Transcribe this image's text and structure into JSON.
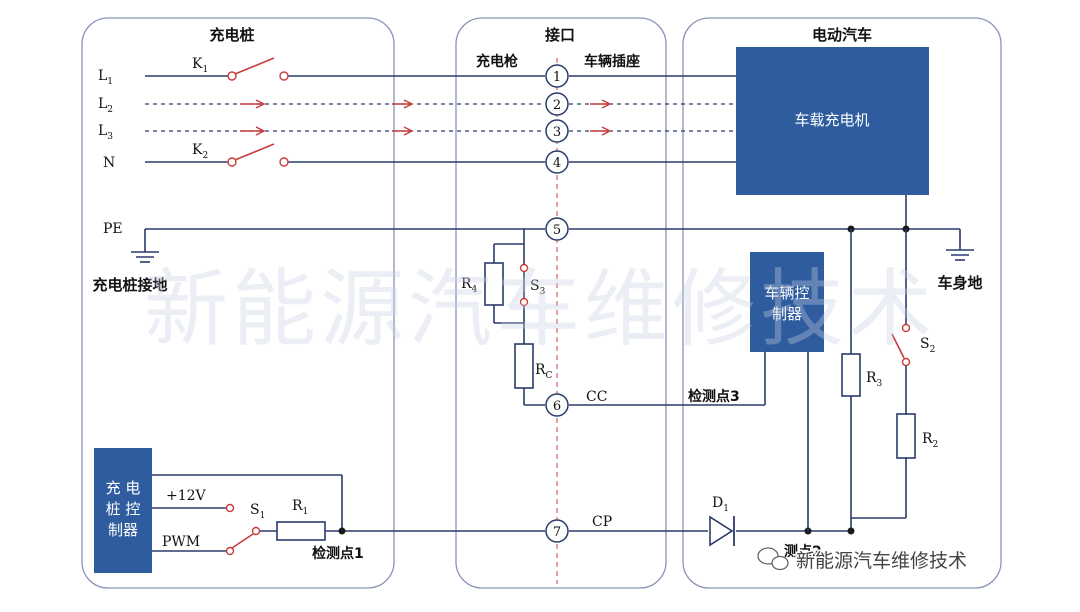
{
  "panels": {
    "station": "充电桩",
    "interface": "接口",
    "vehicle": "电动汽车"
  },
  "interface_sides": {
    "gun": "充电枪",
    "socket": "车辆插座"
  },
  "lines": [
    {
      "label": "L",
      "sub": "1",
      "pin": "1"
    },
    {
      "label": "L",
      "sub": "2",
      "pin": "2"
    },
    {
      "label": "L",
      "sub": "3",
      "pin": "3"
    },
    {
      "label": "N",
      "sub": "",
      "pin": "4"
    }
  ],
  "pe": {
    "label": "PE",
    "pin": "5"
  },
  "cc": {
    "label": "CC",
    "pin": "6"
  },
  "cp": {
    "label": "CP",
    "pin": "7"
  },
  "switches": {
    "k1": {
      "label": "K",
      "sub": "1"
    },
    "k2": {
      "label": "K",
      "sub": "2"
    },
    "s1": {
      "label": "S",
      "sub": "1"
    },
    "s2": {
      "label": "S",
      "sub": "2"
    },
    "s3": {
      "label": "S",
      "sub": "3"
    }
  },
  "resistors": {
    "r1": {
      "label": "R",
      "sub": "1"
    },
    "r2": {
      "label": "R",
      "sub": "2"
    },
    "r3": {
      "label": "R",
      "sub": "3"
    },
    "r4": {
      "label": "R",
      "sub": "4"
    },
    "rc": {
      "label": "R",
      "sub": "C"
    }
  },
  "diode": {
    "label": "D",
    "sub": "1"
  },
  "blocks": {
    "onboard_charger": "车载充电机",
    "vehicle_controller_l1": "车辆控",
    "vehicle_controller_l2": "制器",
    "station_controller_l1": "充 电",
    "station_controller_l2": "桩 控",
    "station_controller_l3": "制器"
  },
  "grounds": {
    "station": "充电桩接地",
    "vehicle": "车身地"
  },
  "supply": {
    "v12": "+12V",
    "pwm": "PWM"
  },
  "test_points": {
    "p1": "检测点1",
    "p2": "测点2",
    "p3": "检测点3"
  },
  "watermark": "新能源汽车维修技术",
  "brand": "新能源汽车维修技术",
  "colors": {
    "block_fill": "#2e5c9e",
    "panel_stroke": "#8a93b8",
    "line": "#2a3a6b",
    "arrow": "#c83c3c",
    "dashed_divider": "#d94f4f"
  }
}
